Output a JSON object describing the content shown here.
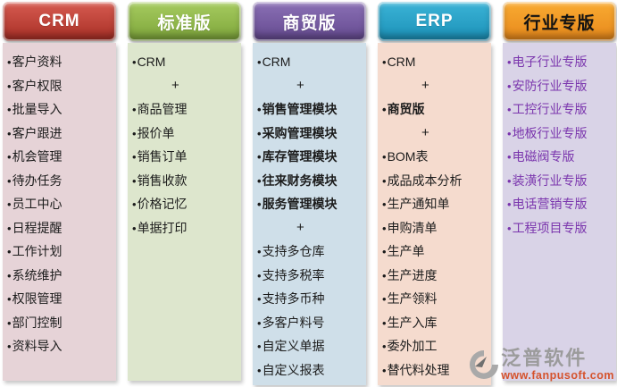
{
  "bullet_glyph": "•",
  "watermark": {
    "brand": "泛普软件",
    "url": "www.fanpusoft.com",
    "brand_color": "#9b9b9b",
    "url_color": "#d5532d",
    "icon_light": "#a9a9a9",
    "icon_dark": "#707070"
  },
  "columns": [
    {
      "title": "CRM",
      "header": {
        "top": "#d65b50",
        "bottom": "#a82e25",
        "text": "#ffffff"
      },
      "body_bg": "#e6d3d7",
      "item_color": "#1c1c1c",
      "items": [
        {
          "text": "客户资料",
          "kind": "bullet"
        },
        {
          "text": "客户权限",
          "kind": "bullet"
        },
        {
          "text": "批量导入",
          "kind": "bullet"
        },
        {
          "text": "客户跟进",
          "kind": "bullet"
        },
        {
          "text": "机会管理",
          "kind": "bullet"
        },
        {
          "text": "待办任务",
          "kind": "bullet"
        },
        {
          "text": "员工中心",
          "kind": "bullet"
        },
        {
          "text": "日程提醒",
          "kind": "bullet"
        },
        {
          "text": "工作计划",
          "kind": "bullet"
        },
        {
          "text": "系统维护",
          "kind": "bullet"
        },
        {
          "text": "权限管理",
          "kind": "bullet"
        },
        {
          "text": "部门控制",
          "kind": "bullet"
        },
        {
          "text": "资料导入",
          "kind": "bullet"
        }
      ]
    },
    {
      "title": "标准版",
      "header": {
        "top": "#a6cb5f",
        "bottom": "#7da53a",
        "text": "#ffffff"
      },
      "body_bg": "#dde6cd",
      "item_color": "#1c1c1c",
      "items": [
        {
          "text": "CRM",
          "kind": "bullet"
        },
        {
          "text": "+",
          "kind": "plus"
        },
        {
          "text": "商品管理",
          "kind": "bullet"
        },
        {
          "text": "报价单",
          "kind": "bullet"
        },
        {
          "text": "销售订单",
          "kind": "bullet"
        },
        {
          "text": "销售收款",
          "kind": "bullet"
        },
        {
          "text": "价格记忆",
          "kind": "bullet"
        },
        {
          "text": "单据打印",
          "kind": "bullet"
        }
      ]
    },
    {
      "title": "商贸版",
      "header": {
        "top": "#8a70b5",
        "bottom": "#64498f",
        "text": "#ffffff"
      },
      "body_bg": "#cfdfe9",
      "item_color": "#1c1c1c",
      "items": [
        {
          "text": "CRM",
          "kind": "bullet"
        },
        {
          "text": "+",
          "kind": "plus"
        },
        {
          "text": "销售管理模块",
          "kind": "bullet",
          "bold": true
        },
        {
          "text": "采购管理模块",
          "kind": "bullet",
          "bold": true
        },
        {
          "text": "库存管理模块",
          "kind": "bullet",
          "bold": true
        },
        {
          "text": "往来财务模块",
          "kind": "bullet",
          "bold": true
        },
        {
          "text": "服务管理模块",
          "kind": "bullet",
          "bold": true
        },
        {
          "text": "+",
          "kind": "plus"
        },
        {
          "text": "支持多仓库",
          "kind": "bullet"
        },
        {
          "text": "支持多税率",
          "kind": "bullet"
        },
        {
          "text": "支持多币种",
          "kind": "bullet"
        },
        {
          "text": "多客户料号",
          "kind": "bullet"
        },
        {
          "text": "自定义单据",
          "kind": "bullet"
        },
        {
          "text": "自定义报表",
          "kind": "bullet"
        }
      ]
    },
    {
      "title": "ERP",
      "header": {
        "top": "#3bb3d6",
        "bottom": "#1b91b8",
        "text": "#ffffff"
      },
      "body_bg": "#f5dbce",
      "item_color": "#1c1c1c",
      "items": [
        {
          "text": "CRM",
          "kind": "bullet"
        },
        {
          "text": "+",
          "kind": "plus"
        },
        {
          "text": "商贸版",
          "kind": "bullet",
          "bold": true
        },
        {
          "text": "+",
          "kind": "plus"
        },
        {
          "text": "BOM表",
          "kind": "bullet"
        },
        {
          "text": "成品成本分析",
          "kind": "bullet"
        },
        {
          "text": "生产通知单",
          "kind": "bullet"
        },
        {
          "text": "申购清单",
          "kind": "bullet"
        },
        {
          "text": "生产单",
          "kind": "bullet"
        },
        {
          "text": "生产进度",
          "kind": "bullet"
        },
        {
          "text": "生产领料",
          "kind": "bullet"
        },
        {
          "text": "生产入库",
          "kind": "bullet"
        },
        {
          "text": "委外加工",
          "kind": "bullet"
        },
        {
          "text": "替代料处理",
          "kind": "bullet"
        }
      ]
    },
    {
      "title": "行业专版",
      "header": {
        "top": "#f9ab32",
        "bottom": "#e7881b",
        "text": "#131313"
      },
      "body_bg": "#d9d3e7",
      "item_color": "#7a35ad",
      "items": [
        {
          "text": "电子行业专版",
          "kind": "bullet"
        },
        {
          "text": "安防行业专版",
          "kind": "bullet"
        },
        {
          "text": "工控行业专版",
          "kind": "bullet"
        },
        {
          "text": "地板行业专版",
          "kind": "bullet"
        },
        {
          "text": "电磁阀专版",
          "kind": "bullet"
        },
        {
          "text": "装潢行业专版",
          "kind": "bullet"
        },
        {
          "text": "电话营销专版",
          "kind": "bullet"
        },
        {
          "text": "工程项目专版",
          "kind": "bullet"
        }
      ]
    }
  ]
}
